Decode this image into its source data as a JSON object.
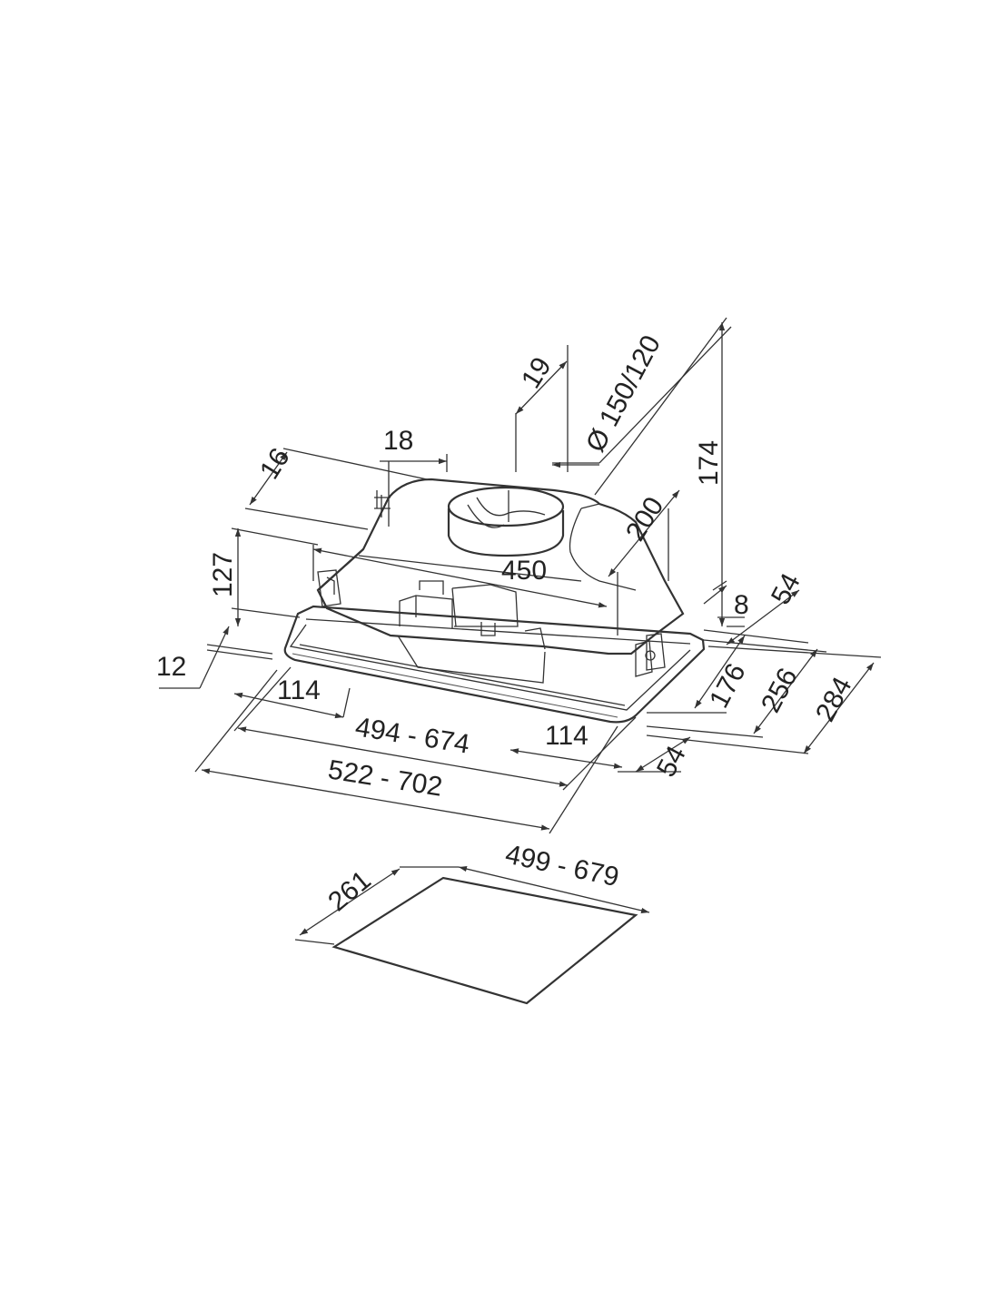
{
  "dimensions": {
    "d19": "19",
    "d150": "Ø 150/120",
    "d174": "174",
    "d18": "18",
    "d16": "16",
    "d200": "200",
    "d127": "127",
    "d450": "450",
    "d8": "8",
    "d54a": "54",
    "d12": "12",
    "d114a": "114",
    "d176": "176",
    "d256": "256",
    "d284": "284",
    "d494": "494 - 674",
    "d114b": "114",
    "d54b": "54",
    "d522": "522 - 702",
    "d261": "261",
    "d499": "499 - 679"
  },
  "colors": {
    "line": "#333333",
    "text": "#222222",
    "background": "#ffffff"
  }
}
